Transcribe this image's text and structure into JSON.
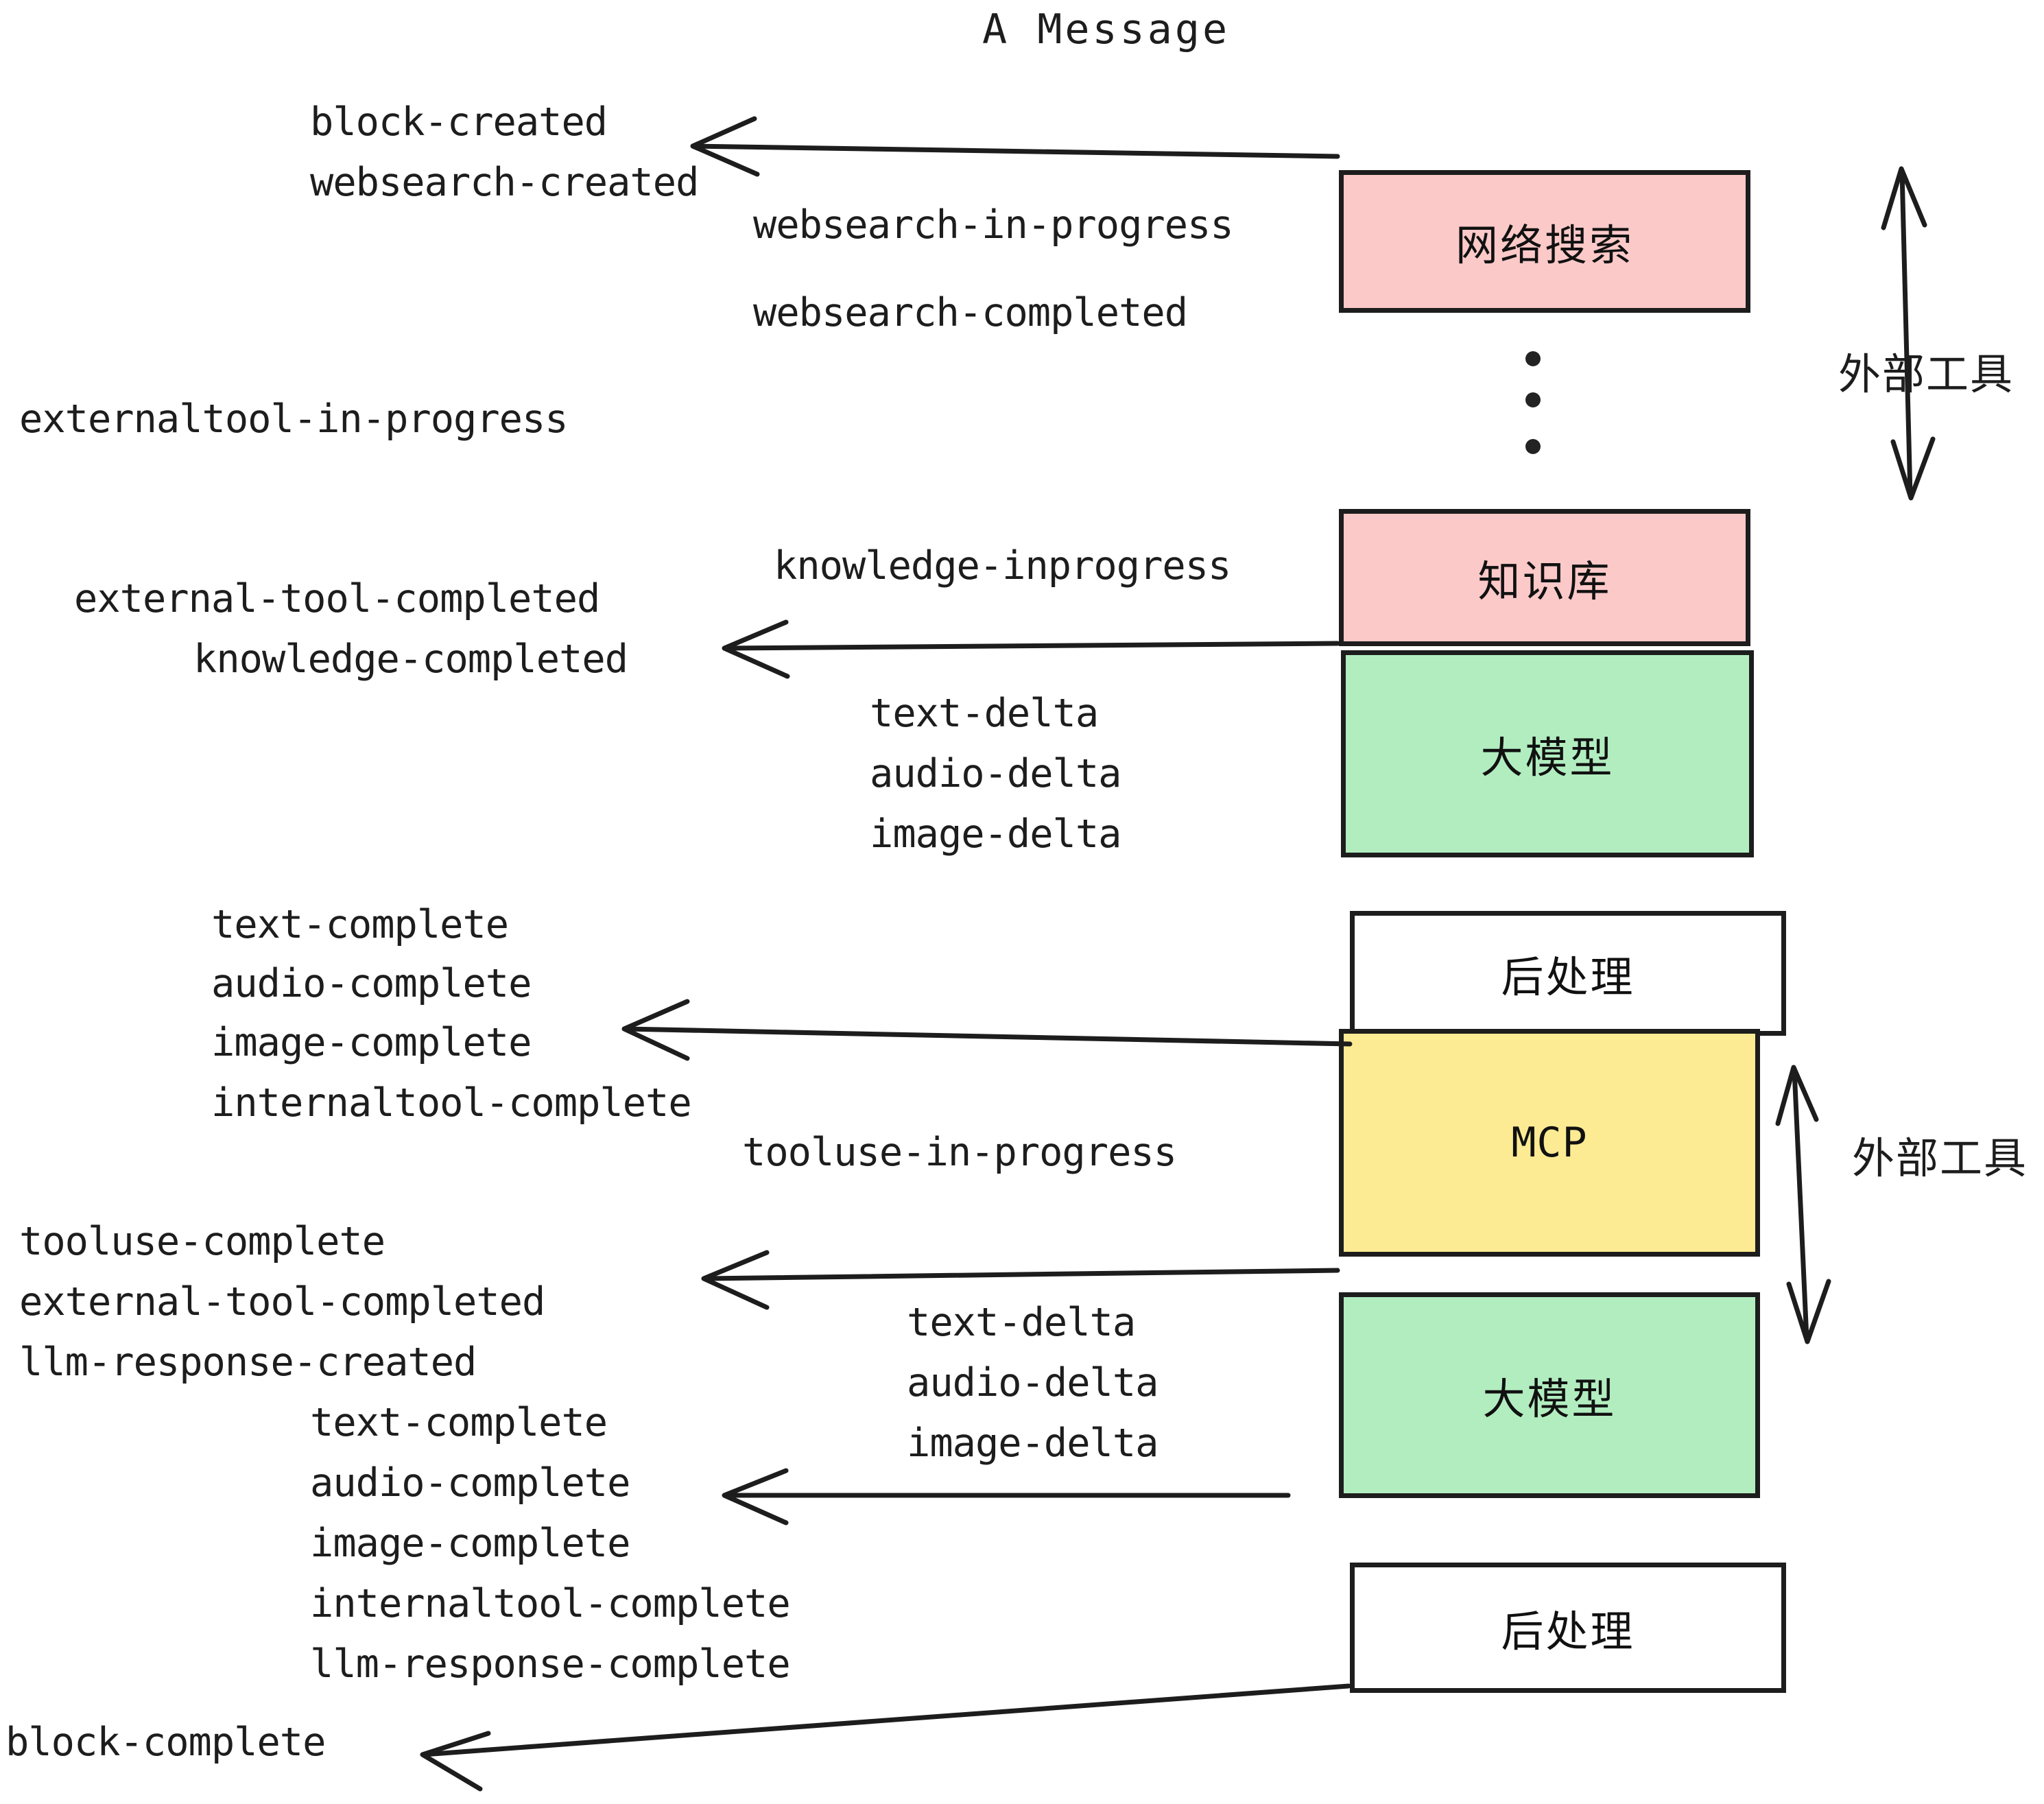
{
  "title": "A Message",
  "boxes": [
    {
      "id": "websearch",
      "label": "网络搜索",
      "color": "#FBC9C8",
      "kind": "cjk"
    },
    {
      "id": "knowledge",
      "label": "知识库",
      "color": "#FBC9C8",
      "kind": "cjk"
    },
    {
      "id": "llm-1",
      "label": "大模型",
      "color": "#B2EDC0",
      "kind": "cjk"
    },
    {
      "id": "postprocess-1",
      "label": "后处理",
      "color": "#FFFFFF",
      "kind": "cjk"
    },
    {
      "id": "mcp",
      "label": "MCP",
      "color": "#FDEB93",
      "kind": "mono"
    },
    {
      "id": "llm-2",
      "label": "大模型",
      "color": "#B2EDC0",
      "kind": "cjk"
    },
    {
      "id": "postprocess-2",
      "label": "后处理",
      "color": "#FFFFFF",
      "kind": "cjk"
    }
  ],
  "side_labels": [
    {
      "id": "external-tools-top",
      "text": "外部工具"
    },
    {
      "id": "external-tools-bottom",
      "text": "外部工具"
    }
  ],
  "events": {
    "block_created": "block-created",
    "websearch_created": "websearch-created",
    "websearch_in_progress": "websearch-in-progress",
    "websearch_completed": "websearch-completed",
    "externaltool_in_progress": "externaltool-in-progress",
    "knowledge_inprogress": "knowledge-inprogress",
    "external_tool_completed_1": "external-tool-completed",
    "knowledge_completed": "knowledge-completed",
    "text_delta_1": "text-delta",
    "audio_delta_1": "audio-delta",
    "image_delta_1": "image-delta",
    "text_complete_1": "text-complete",
    "audio_complete_1": "audio-complete",
    "image_complete_1": "image-complete",
    "internaltool_complete_1": "internaltool-complete",
    "tooluse_in_progress": "tooluse-in-progress",
    "tooluse_complete": "tooluse-complete",
    "external_tool_completed_2": "external-tool-completed",
    "llm_response_created": "llm-response-created",
    "text_delta_2": "text-delta",
    "audio_delta_2": "audio-delta",
    "image_delta_2": "image-delta",
    "text_complete_2": "text-complete",
    "audio_complete_2": "audio-complete",
    "image_complete_2": "image-complete",
    "internaltool_complete_2": "internaltool-complete",
    "llm_response_complete": "llm-response-complete",
    "block_complete": "block-complete"
  },
  "colors": {
    "pink": "#FBC9C8",
    "green": "#B2EDC0",
    "yellow": "#FDEB93",
    "white": "#FFFFFF",
    "stroke": "#1d1d1d",
    "background": "#FFFFFF"
  }
}
